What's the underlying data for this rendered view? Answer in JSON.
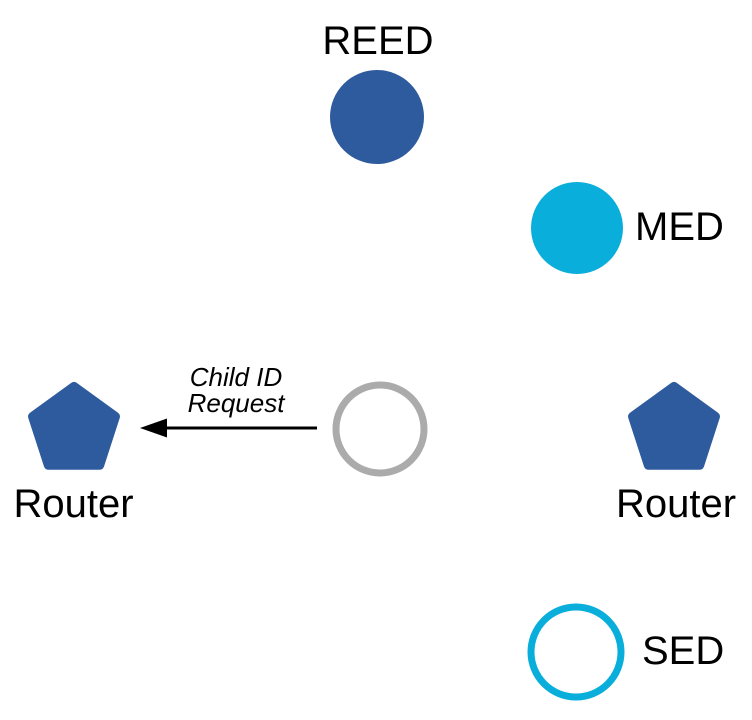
{
  "colors": {
    "blue": "#2E5B9D",
    "cyan": "#0AAEDB",
    "gray": "#ABABAB",
    "black": "#000000",
    "background": "#FFFFFF"
  },
  "nodes": {
    "reed": {
      "label": "REED",
      "shape": "filled-circle"
    },
    "med": {
      "label": "MED",
      "shape": "filled-circle"
    },
    "joining_device": {
      "shape": "outlined-circle"
    },
    "router_left": {
      "label": "Router",
      "shape": "pentagon"
    },
    "router_right": {
      "label": "Router",
      "shape": "pentagon"
    },
    "sed": {
      "label": "SED",
      "shape": "outlined-circle"
    }
  },
  "message": {
    "text": "Child ID Request",
    "lines": [
      "Child ID",
      "Request"
    ]
  }
}
